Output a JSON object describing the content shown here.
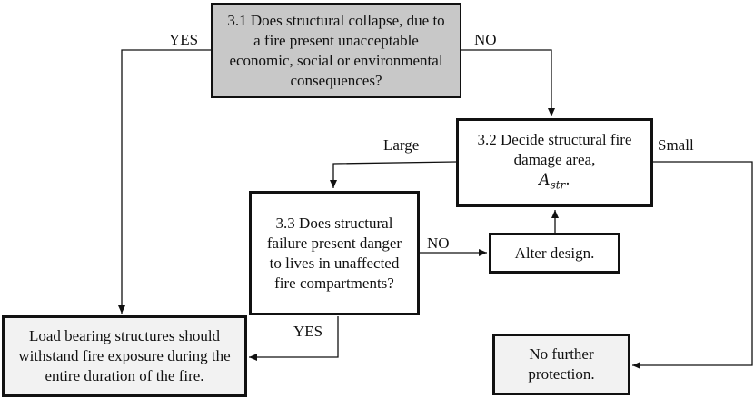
{
  "colors": {
    "q1_fill": "#c8c8c8",
    "final_fill": "#f2f2f2",
    "white_fill": "#ffffff",
    "stroke": "#111111"
  },
  "nodes": {
    "q1": {
      "text": "3.1 Does structural collapse, due to a fire present unacceptable economic, social or environmental consequences?"
    },
    "q2": {
      "text_main": "3.2 Decide structural fire damage area,",
      "symbol_base": "A",
      "symbol_sub": "str",
      "symbol_suffix": "."
    },
    "q3": {
      "text": "3.3 Does structural failure present danger to lives in unaffected fire compartments?"
    },
    "alter": {
      "text": "Alter design."
    },
    "load": {
      "text": "Load bearing structures should withstand fire exposure during the entire duration of the fire."
    },
    "no_protection": {
      "text": "No further protection."
    }
  },
  "edge_labels": {
    "q1_yes": "YES",
    "q1_no": "NO",
    "q2_large": "Large",
    "q2_small": "Small",
    "q3_no": "NO",
    "q3_yes": "YES"
  }
}
